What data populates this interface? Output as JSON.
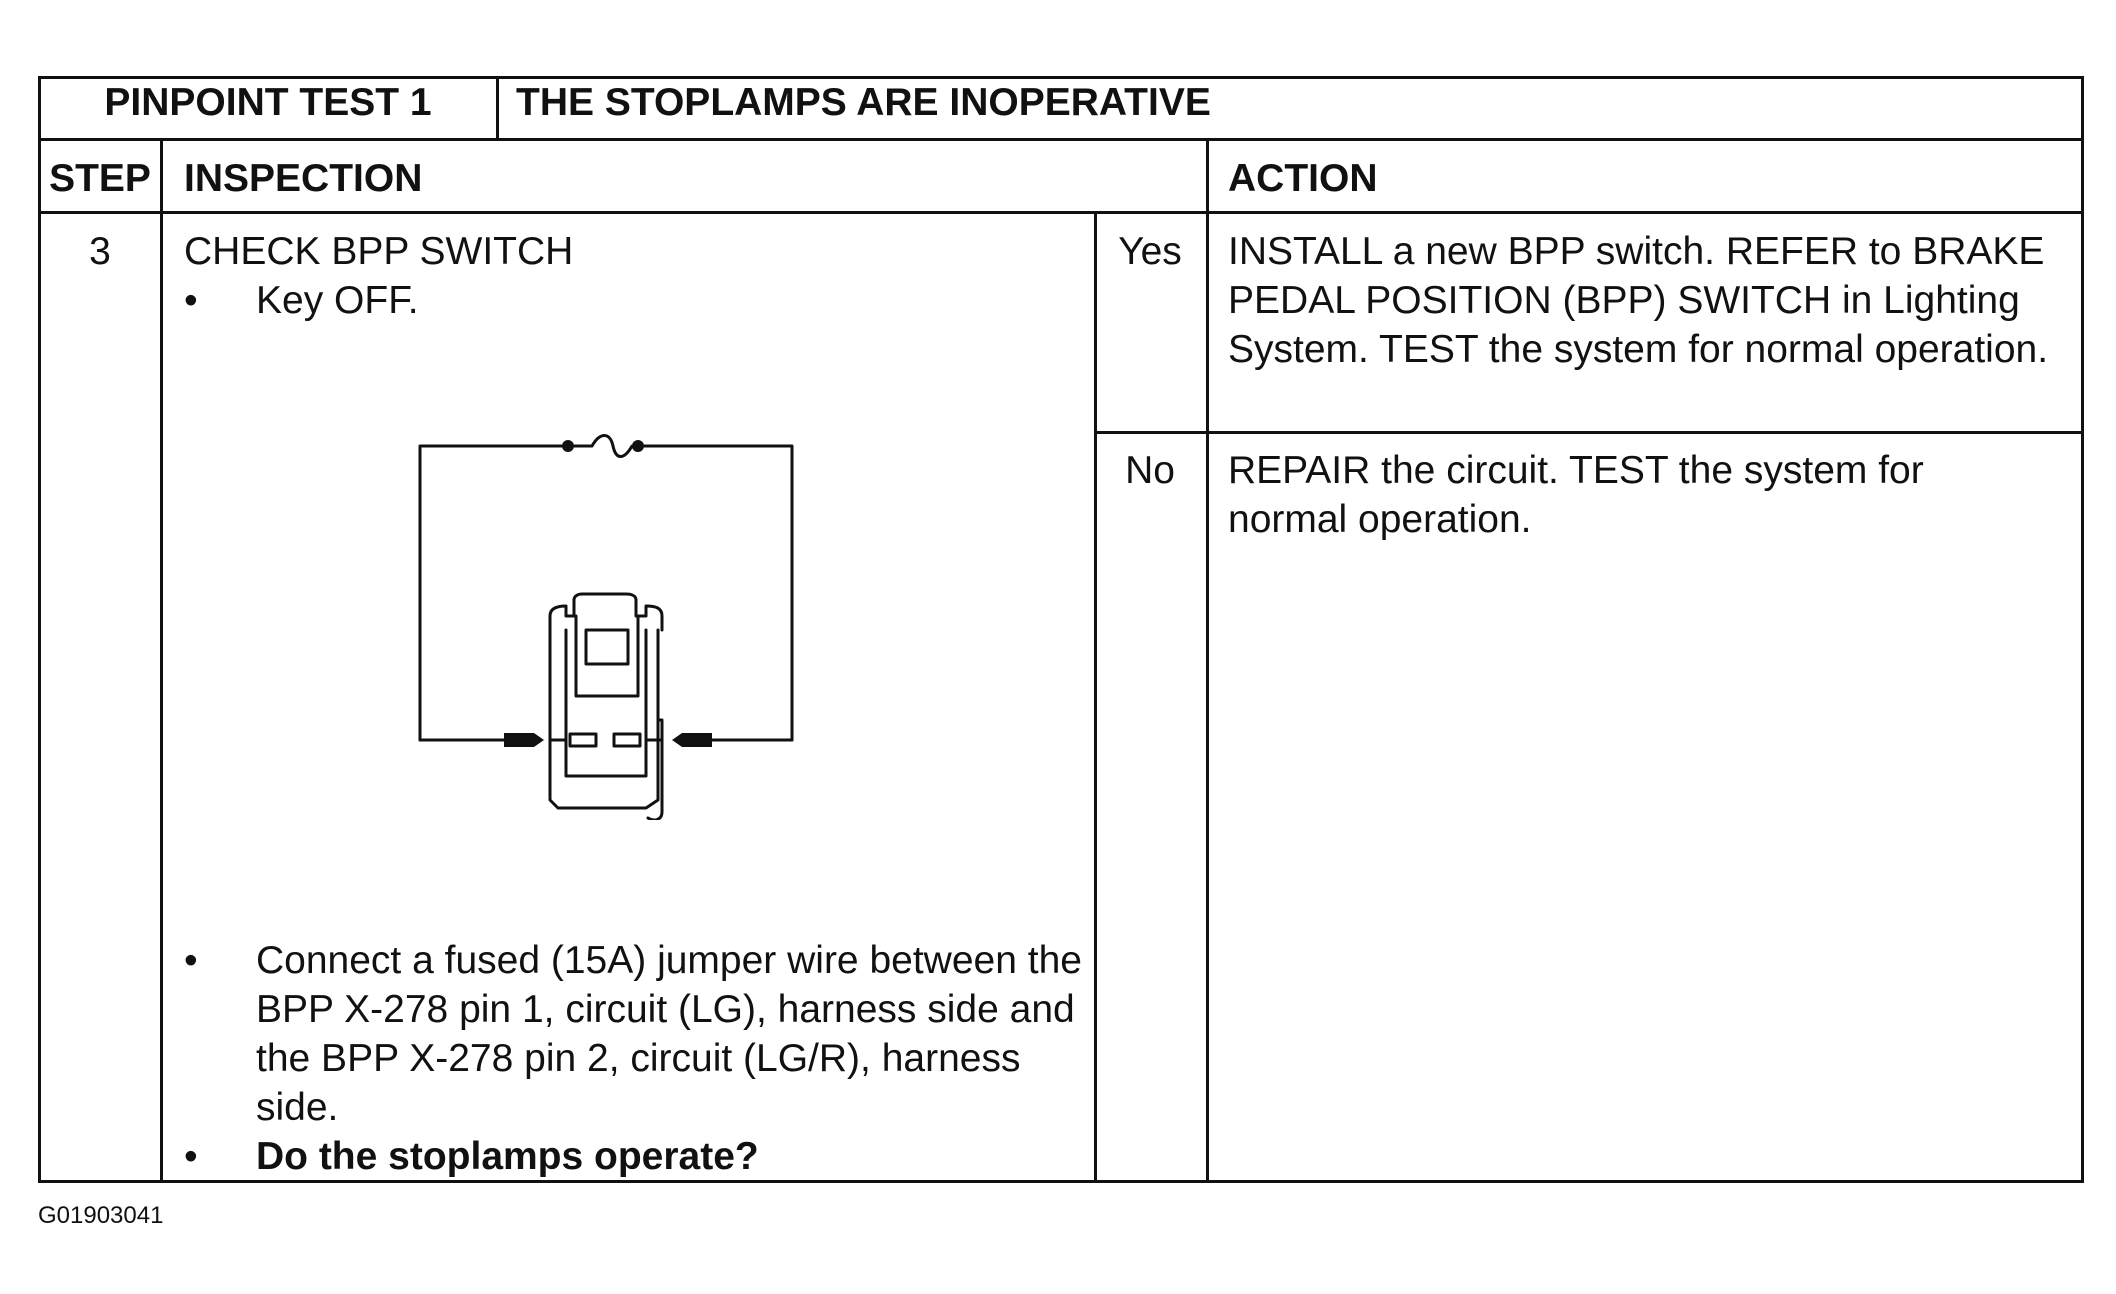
{
  "header": {
    "test_label": "PINPOINT TEST 1",
    "test_title": "THE STOPLAMPS ARE INOPERATIVE"
  },
  "columns": {
    "step": "STEP",
    "inspection": "INSPECTION",
    "action": "ACTION"
  },
  "step": {
    "number": "3",
    "title": "CHECK BPP SWITCH",
    "bullets": [
      "Key OFF.",
      "Connect a fused (15A) jumper wire between the BPP X-278 pin 1, circuit (LG), harness side and the BPP X-278 pin 2, circuit (LG/R), harness side.",
      "Do the stoplamps operate?"
    ],
    "bullet_symbol": "•"
  },
  "results": [
    {
      "answer": "Yes",
      "action": "INSTALL a new BPP switch. REFER to BRAKE PEDAL POSITION (BPP) SWITCH in Lighting System. TEST the system for normal operation."
    },
    {
      "answer": "No",
      "action": "REPAIR the circuit. TEST the system for normal operation."
    }
  ],
  "diagram": {
    "icon": "bpp-switch-jumper-wire-diagram"
  },
  "figure_id": "G01903041"
}
